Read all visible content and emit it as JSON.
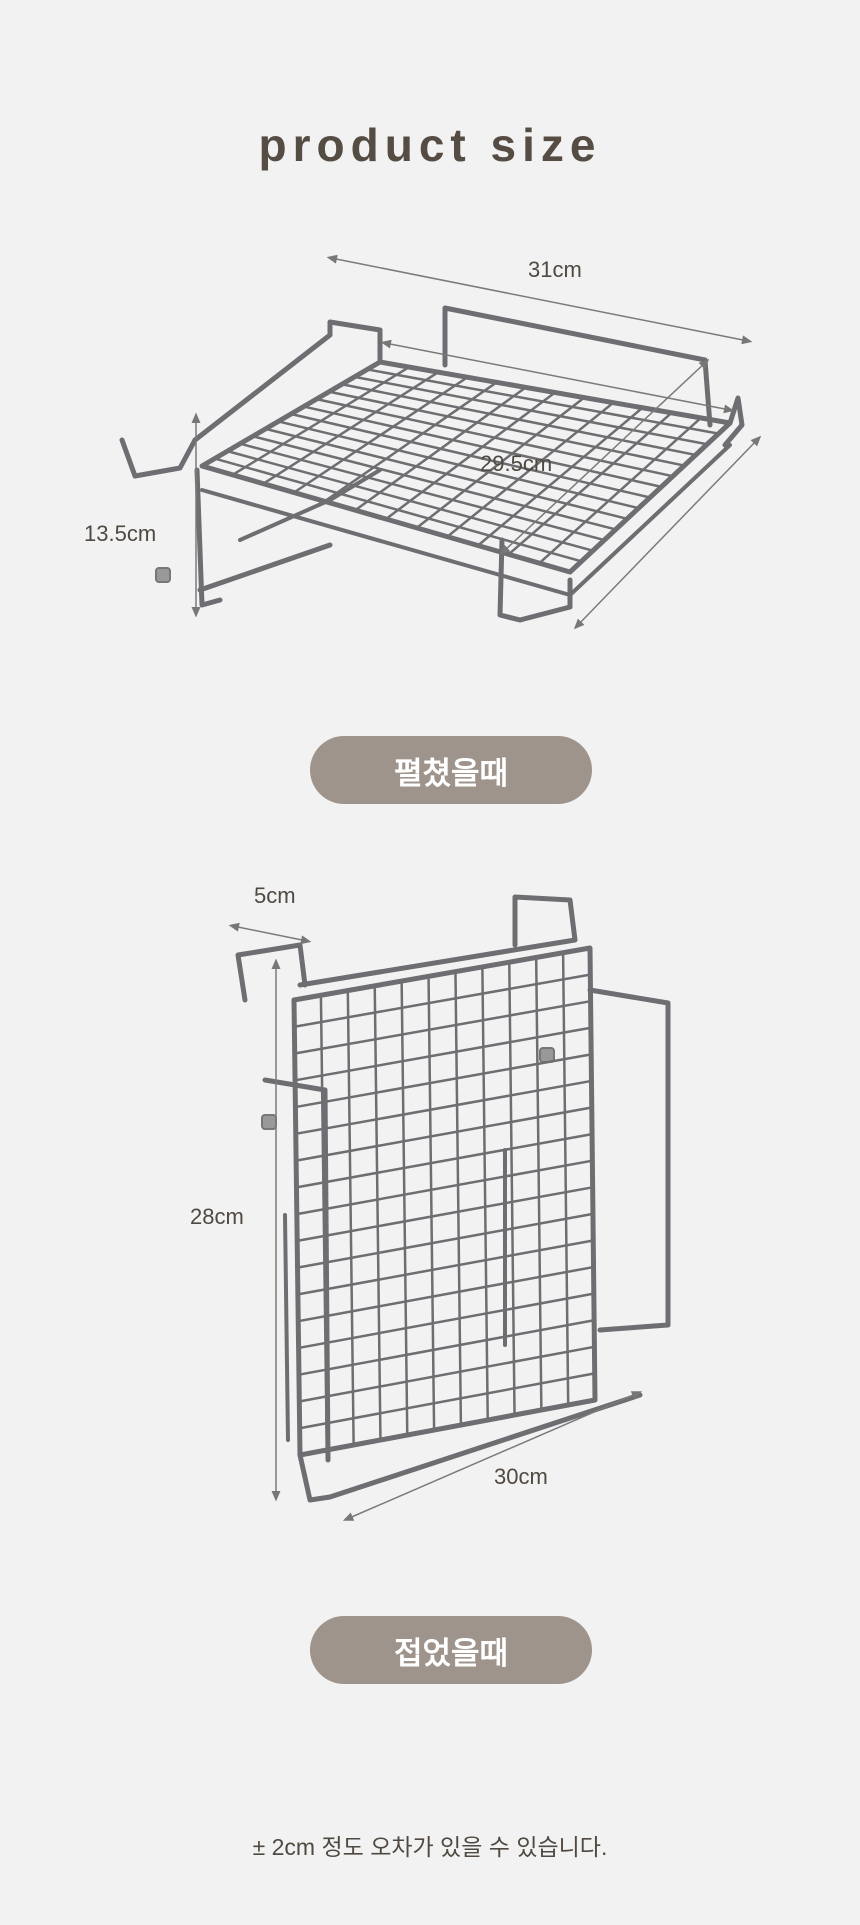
{
  "header": {
    "title": "product size"
  },
  "unfolded": {
    "width_label": "31cm",
    "depth_label": "29.5cm",
    "height_label": "13.5cm",
    "caption": "펼쳤을때"
  },
  "folded": {
    "depth_label": "5cm",
    "height_label": "28cm",
    "width_label": "30cm",
    "caption": "접었을때"
  },
  "footer": {
    "note": "± 2cm 정도 오차가 있을 수 있습니다."
  },
  "colors": {
    "background": "#f2f2f2",
    "pill": "#9e948b",
    "text": "#4f4941",
    "wire": "#6b6b6e"
  }
}
